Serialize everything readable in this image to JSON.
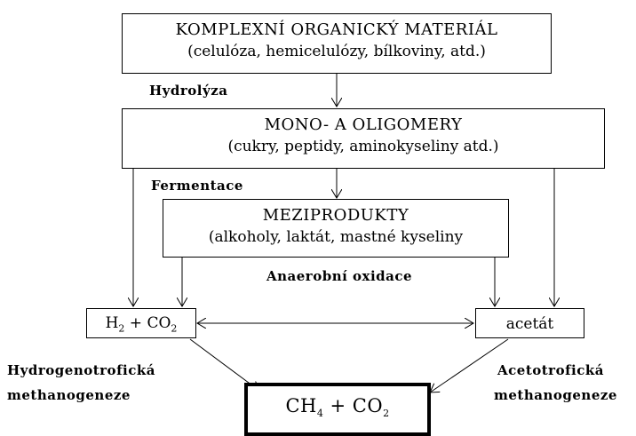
{
  "boxes": {
    "complex": {
      "line1": "KOMPLEXNÍ ORGANICKÝ MATERIÁL",
      "line2": "(celulóza, hemicelulózy, bílkoviny, atd.)"
    },
    "mono": {
      "line1": "MONO- A OLIGOMERY",
      "line2": "(cukry, peptidy, aminokyseliny atd.)"
    },
    "intermediates": {
      "line1": "MEZIPRODUKTY",
      "line2": "(alkoholy, laktát, mastné kyseliny"
    },
    "h2co2": {
      "h": "H",
      "h_sub": "2",
      "plus": " + CO",
      "co_sub": "2"
    },
    "acetate": {
      "label": "acetát"
    },
    "products": {
      "ch": "CH",
      "ch_sub": "4",
      "plus": " + CO",
      "co_sub": "2"
    }
  },
  "labels": {
    "hydrolysis": "Hydrolýza",
    "fermentation": "Fermentace",
    "anaerobic_oxidation": "Anaerobní oxidace",
    "hydrogenotrophic_1": "Hydrogenotrofická",
    "hydrogenotrophic_2": "methanogeneze",
    "acetotrophic_1": "Acetotrofická",
    "acetotrophic_2": "methanogeneze"
  }
}
